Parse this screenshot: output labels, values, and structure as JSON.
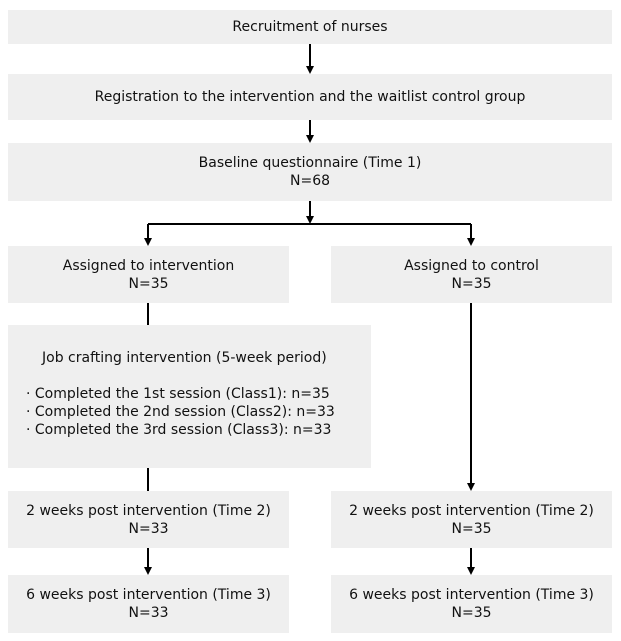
{
  "flowchart": {
    "recruitment": "Recruitment of nurses",
    "registration": "Registration to the intervention and the waitlist control group",
    "baseline": {
      "title": "Baseline questionnaire (Time 1)",
      "n": "N=68"
    },
    "intervention_arm": {
      "assigned": {
        "title": "Assigned to intervention",
        "n": "N=35"
      },
      "job_crafting": {
        "title": "Job crafting intervention (5-week period)",
        "sessions": [
          "· Completed the 1st session (Class1): n=35",
          "· Completed the 2nd session (Class2): n=33",
          "· Completed the 3rd session (Class3): n=33"
        ]
      },
      "time2": {
        "title": "2 weeks post intervention (Time 2)",
        "n": "N=33"
      },
      "time3": {
        "title": "6 weeks post intervention (Time 3)",
        "n": "N=33"
      }
    },
    "control_arm": {
      "assigned": {
        "title": "Assigned to control",
        "n": "N=35"
      },
      "time2": {
        "title": "2 weeks post intervention (Time 2)",
        "n": "N=35"
      },
      "time3": {
        "title": "6 weeks post intervention (Time 3)",
        "n": "N=35"
      }
    }
  },
  "colors": {
    "box_fill": "#efefef",
    "connector": "#000000"
  }
}
